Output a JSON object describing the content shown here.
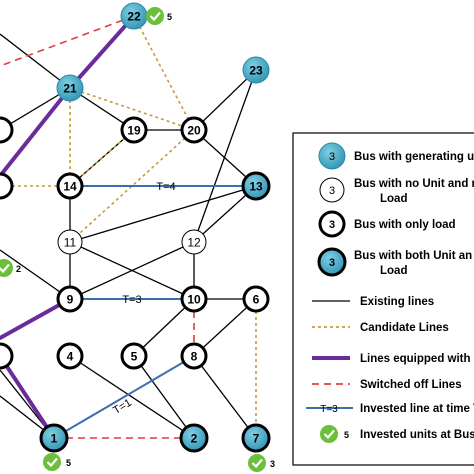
{
  "network": {
    "buses": [
      {
        "id": "22",
        "type": "gen",
        "label": "22"
      },
      {
        "id": "23",
        "type": "gen",
        "label": "23"
      },
      {
        "id": "21",
        "type": "gen",
        "label": "21"
      },
      {
        "id": "19",
        "type": "load",
        "label": "19"
      },
      {
        "id": "20",
        "type": "load",
        "label": "20"
      },
      {
        "id": "14",
        "type": "load",
        "label": "14"
      },
      {
        "id": "13",
        "type": "both",
        "label": "13"
      },
      {
        "id": "11",
        "type": "none",
        "label": "11"
      },
      {
        "id": "12",
        "type": "none",
        "label": "12"
      },
      {
        "id": "9",
        "type": "load",
        "label": "9"
      },
      {
        "id": "10",
        "type": "load",
        "label": "10"
      },
      {
        "id": "6",
        "type": "load",
        "label": "6"
      },
      {
        "id": "4",
        "type": "load",
        "label": "4"
      },
      {
        "id": "5",
        "type": "load",
        "label": "5"
      },
      {
        "id": "8",
        "type": "load",
        "label": "8"
      },
      {
        "id": "1",
        "type": "both",
        "label": "1"
      },
      {
        "id": "2",
        "type": "both",
        "label": "2"
      },
      {
        "id": "7",
        "type": "both",
        "label": "7"
      }
    ],
    "invested_labels": [
      {
        "text": "T=4"
      },
      {
        "text": "T=3"
      },
      {
        "text": "T=1"
      }
    ],
    "invested_units": [
      {
        "count": "5",
        "bus": "22"
      },
      {
        "count": "2",
        "bus": "left"
      },
      {
        "count": "5",
        "bus": "1"
      },
      {
        "count": "3",
        "bus": "7"
      }
    ]
  },
  "legend": {
    "items": [
      {
        "key": "gen",
        "sample": "3",
        "label": "Bus with generating ur"
      },
      {
        "key": "none",
        "sample": "3",
        "label": "Bus with no Unit and n",
        "label2": "Load"
      },
      {
        "key": "load",
        "sample": "3",
        "label": "Bus with only load"
      },
      {
        "key": "both",
        "sample": "3",
        "label": "Bus with both Unit an",
        "label2": "Load"
      },
      {
        "key": "existing",
        "label": "Existing lines"
      },
      {
        "key": "candidate",
        "label": "Candidate Lines"
      },
      {
        "key": "equipped",
        "label": "Lines equipped with D"
      },
      {
        "key": "switched",
        "label": "Switched off Lines"
      },
      {
        "key": "invested",
        "sample": "T=3",
        "label": "Invested line at time T"
      },
      {
        "key": "units",
        "sample": "5",
        "label": "Invested units at Bus"
      }
    ]
  },
  "colors": {
    "bus_fill_gen": "#4aa8c4",
    "existing": "#000000",
    "candidate": "#c89b3c",
    "equipped": "#6a2c9a",
    "switched": "#e23c3c",
    "invested": "#3b6db0",
    "check": "#6cbf3a"
  }
}
